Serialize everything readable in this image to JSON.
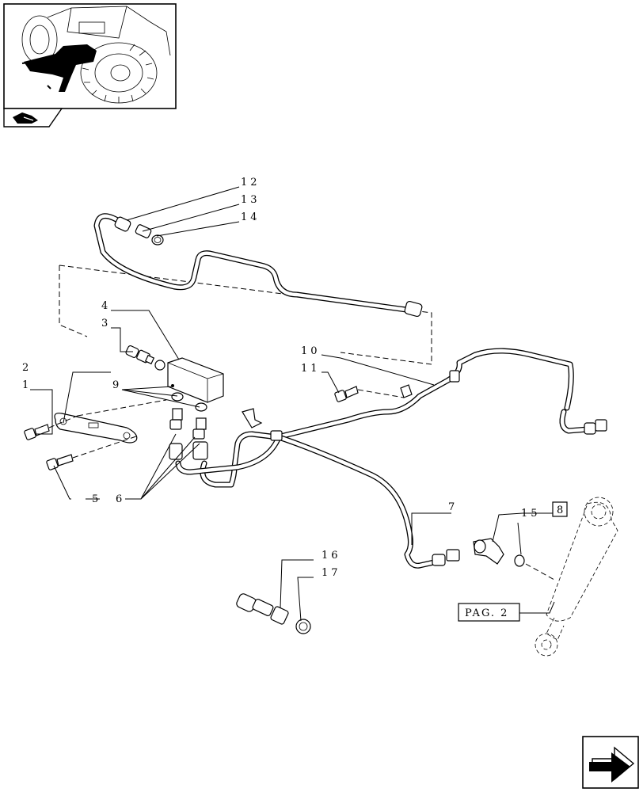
{
  "callouts": {
    "c1": "1",
    "c2": "2",
    "c3": "3",
    "c4": "4",
    "c5": "5",
    "c6": "6",
    "c7": "7",
    "c9": "9",
    "c10": "10",
    "c11": "11",
    "c12": "12",
    "c13": "13",
    "c14": "14",
    "c15": "15",
    "c16": "16",
    "c17": "17"
  },
  "references": {
    "boxed_ref": "8",
    "page_ref": "PAG. 2"
  },
  "icons": {
    "thumbnail": "tractor-location-thumbnail",
    "section_tab": "section-tab-icon",
    "nav": "next-page-arrow-icon"
  }
}
